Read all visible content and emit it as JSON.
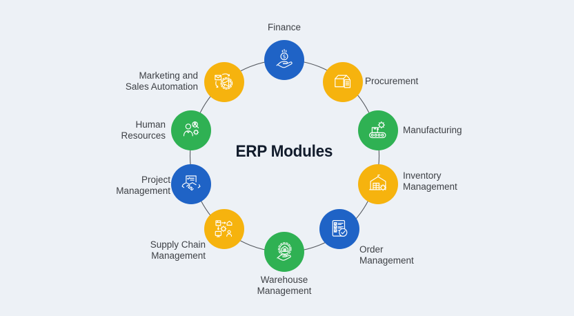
{
  "title": "ERP Modules",
  "background_color": "#edf1f6",
  "ring_color": "#54585e",
  "label_color": "#3d4045",
  "title_color": "#121c2c",
  "colors": {
    "blue": "#1f63c6",
    "yellow": "#f6b30e",
    "green": "#2fb153"
  },
  "modules": [
    {
      "label": "Finance",
      "color": "blue",
      "icon": "hand-coin-icon"
    },
    {
      "label": "Procurement",
      "color": "yellow",
      "icon": "package-document-icon"
    },
    {
      "label": "Manufacturing",
      "color": "green",
      "icon": "conveyor-gear-icon"
    },
    {
      "label": "Inventory Management",
      "color": "yellow",
      "icon": "warehouse-gear-icon"
    },
    {
      "label": "Order Management",
      "color": "blue",
      "icon": "checklist-check-icon"
    },
    {
      "label": "Warehouse Management",
      "color": "green",
      "icon": "hand-warehouse-badge-icon"
    },
    {
      "label": "Supply Chain Management",
      "color": "yellow",
      "icon": "network-flow-icon"
    },
    {
      "label": "Project Management",
      "color": "blue",
      "icon": "handshake-document-icon"
    },
    {
      "label": "Human Resources",
      "color": "green",
      "icon": "person-search-gear-icon"
    },
    {
      "label": "Marketing and Sales Automation",
      "color": "yellow",
      "icon": "megaphone-envelope-icon"
    }
  ]
}
